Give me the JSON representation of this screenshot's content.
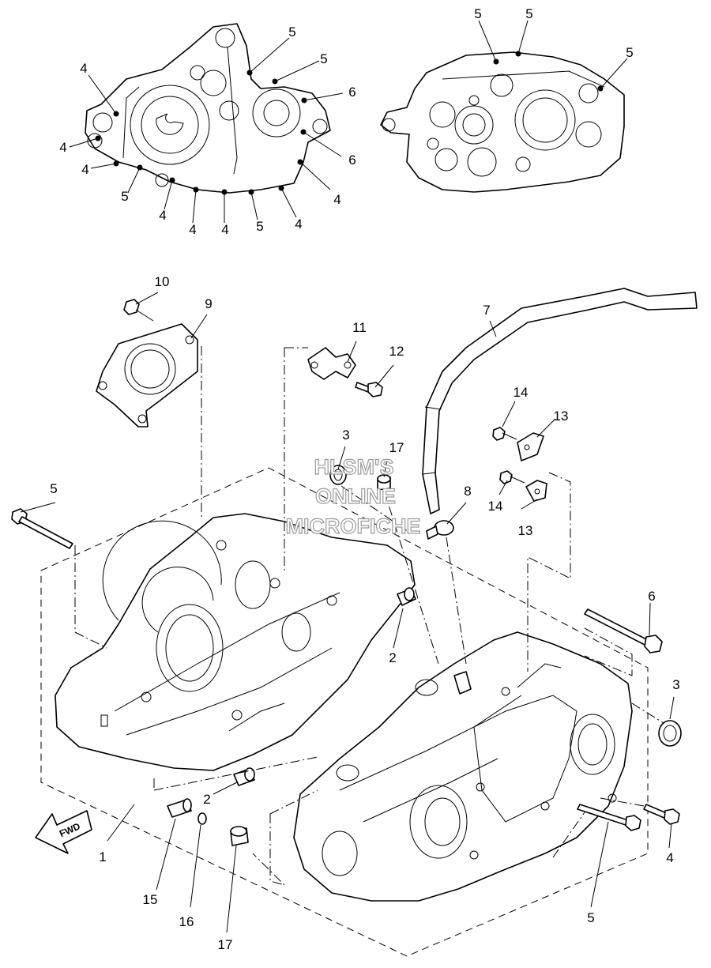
{
  "watermark": {
    "line1": "HLSM'S",
    "line2": "ONLINE",
    "line3": "MICROFICHE"
  },
  "fwd_badge": "FWD",
  "callouts": [
    {
      "id": "c1",
      "text": "1"
    },
    {
      "id": "c2a",
      "text": "2"
    },
    {
      "id": "c2b",
      "text": "2"
    },
    {
      "id": "c3a",
      "text": "3"
    },
    {
      "id": "c3b",
      "text": "3"
    },
    {
      "id": "c4a",
      "text": "4"
    },
    {
      "id": "c5a",
      "text": "5"
    },
    {
      "id": "c5b",
      "text": "5"
    },
    {
      "id": "c6",
      "text": "6"
    },
    {
      "id": "c7",
      "text": "7"
    },
    {
      "id": "c8",
      "text": "8"
    },
    {
      "id": "c9",
      "text": "9"
    },
    {
      "id": "c10",
      "text": "10"
    },
    {
      "id": "c11",
      "text": "11"
    },
    {
      "id": "c12",
      "text": "12"
    },
    {
      "id": "c13a",
      "text": "13"
    },
    {
      "id": "c13b",
      "text": "13"
    },
    {
      "id": "c14a",
      "text": "14"
    },
    {
      "id": "c14b",
      "text": "14"
    },
    {
      "id": "c15",
      "text": "15"
    },
    {
      "id": "c16",
      "text": "16"
    },
    {
      "id": "c17a",
      "text": "17"
    },
    {
      "id": "c17b",
      "text": "17"
    }
  ],
  "bolt_map_left": [
    {
      "text": "4"
    },
    {
      "text": "5"
    },
    {
      "text": "5"
    },
    {
      "text": "6"
    },
    {
      "text": "4"
    },
    {
      "text": "4"
    },
    {
      "text": "6"
    },
    {
      "text": "4"
    },
    {
      "text": "5"
    },
    {
      "text": "4"
    },
    {
      "text": "4"
    },
    {
      "text": "5"
    },
    {
      "text": "4"
    },
    {
      "text": "4"
    }
  ],
  "bolt_map_right": [
    {
      "text": "5"
    },
    {
      "text": "5"
    },
    {
      "text": "5"
    }
  ]
}
